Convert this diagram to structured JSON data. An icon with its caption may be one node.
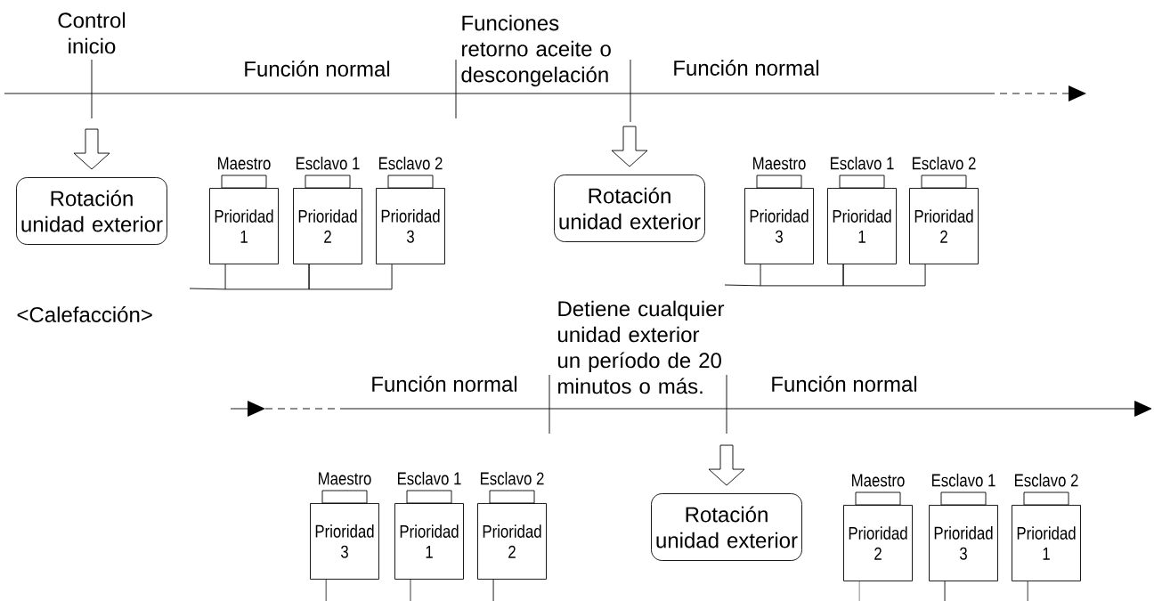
{
  "diagram": {
    "nodes": [
      {
        "text": [
          "Rotación unidad exterior"
        ]
      },
      {
        "text": [
          "Prioridad 1"
        ],
        "beside": [
          "Maestro"
        ]
      },
      {
        "text": [
          "Prioridad 2"
        ],
        "beside": [
          "Esclavo 1"
        ]
      },
      {
        "text": [
          "Prioridad 3"
        ],
        "beside": [
          "Esclavo 2"
        ]
      },
      {
        "text": [
          "Rotación unidad exterior"
        ]
      },
      {
        "text": [
          "Prioridad 3"
        ],
        "beside": [
          "Maestro"
        ]
      },
      {
        "text": [
          "Prioridad 1"
        ],
        "beside": [
          "Esclavo 1"
        ]
      },
      {
        "text": [
          "Prioridad 2"
        ],
        "beside": [
          "Esclavo 2"
        ]
      },
      {
        "text": [
          "Prioridad 3"
        ],
        "beside": [
          "Maestro"
        ]
      },
      {
        "text": [
          "Prioridad 1"
        ],
        "beside": [
          "Esclavo 1"
        ]
      },
      {
        "text": [
          "Prioridad 2"
        ],
        "beside": [
          "Esclavo 2"
        ]
      },
      {
        "text": [
          "Rotación unidad exterior"
        ]
      },
      {
        "text": [
          "Prioridad 2"
        ],
        "beside": [
          "Maestro"
        ]
      },
      {
        "text": [
          "Prioridad 3"
        ],
        "beside": [
          "Esclavo 1"
        ]
      },
      {
        "text": [
          "Prioridad 1"
        ],
        "beside": [
          "Esclavo 2"
        ]
      }
    ],
    "edges": [
      {
        "from": null,
        "to": 0,
        "arrow": "to"
      },
      {
        "from": 1,
        "to": 2,
        "arrow": "none"
      },
      {
        "from": 2,
        "to": 3,
        "arrow": "none"
      },
      {
        "from": null,
        "to": 4,
        "arrow": "to"
      },
      {
        "from": 5,
        "to": 6,
        "arrow": "none"
      },
      {
        "from": 6,
        "to": 7,
        "arrow": "none"
      },
      {
        "from": null,
        "to": 11,
        "arrow": "to"
      }
    ],
    "labels": [
      "Control inicio",
      "Función normal",
      "Funciones retorno aceite o descongelación",
      "Función normal",
      "<Calefacción>",
      "Detiene cualquier unidad exterior un período de 20 minutos o más.",
      "Función normal",
      "Función normal"
    ]
  }
}
